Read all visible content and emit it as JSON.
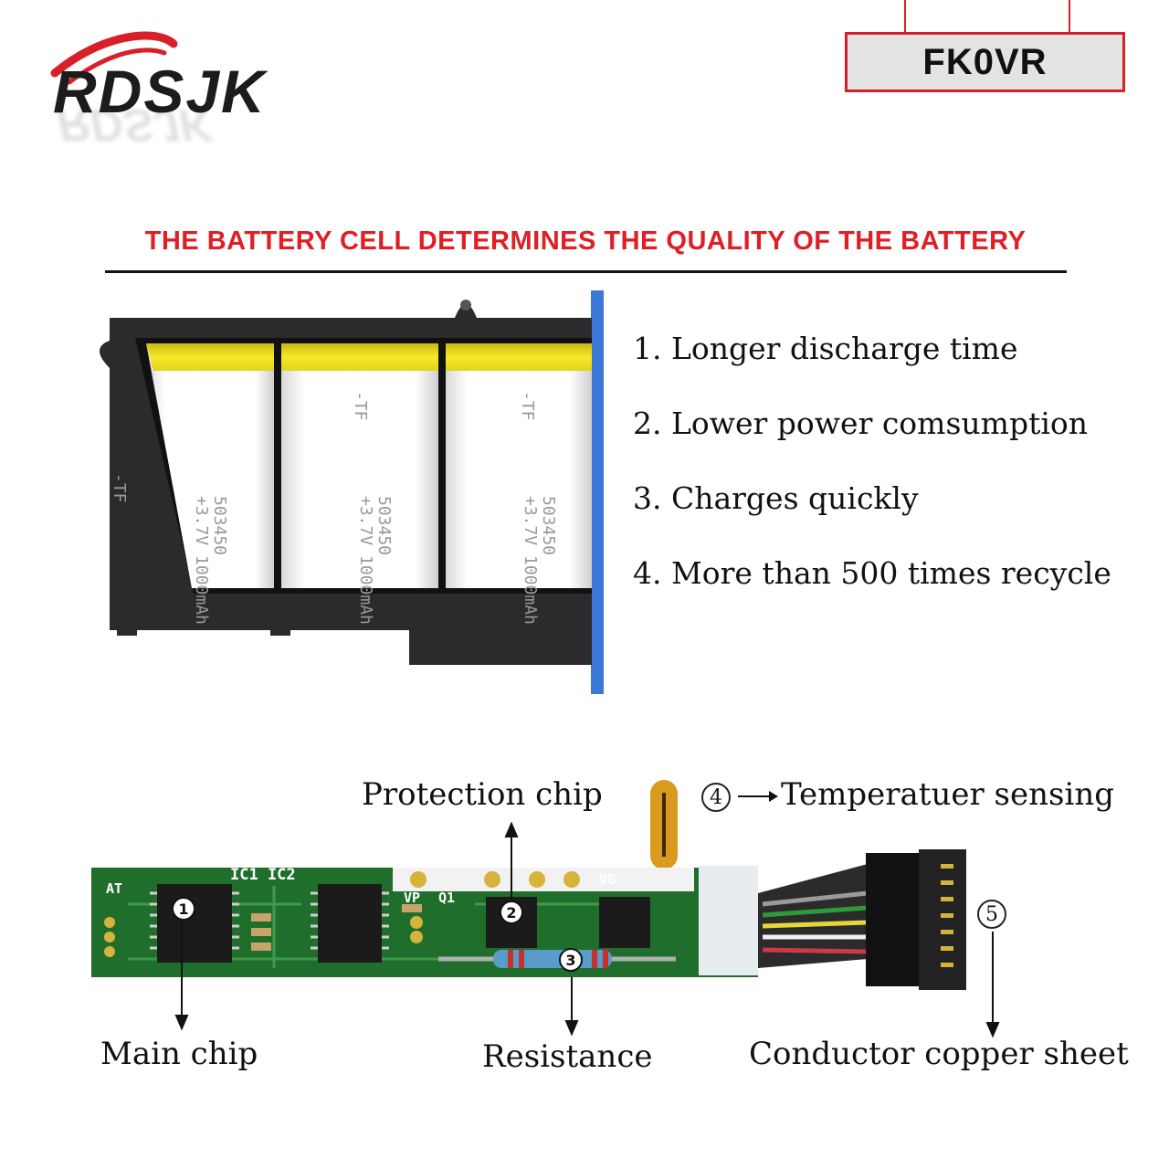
{
  "brand": {
    "logo_text": "RDSJK"
  },
  "model": {
    "code": "FK0VR"
  },
  "headline": "THE BATTERY CELL DETERMINES THE QUALITY OF THE BATTERY",
  "features": [
    "1. Longer discharge time",
    "2. Lower power comsumption",
    "3. Charges quickly",
    "4. More than 500 times recycle"
  ],
  "battery_cells": [
    {
      "spec": "503450",
      "rating": "+3.7V 1000mAh",
      "tf": "-TF"
    },
    {
      "spec": "503450",
      "rating": "+3.7V 1000mAh",
      "tf": "-TF"
    },
    {
      "spec": "503450",
      "rating": "+3.7V 1000mAh",
      "tf": "-TF"
    }
  ],
  "diagram": {
    "labels": {
      "protection_chip": "Protection chip",
      "temperature": "Temperatuer sensing",
      "main_chip": "Main chip",
      "resistance": "Resistance",
      "conductor": "Conductor copper sheet"
    },
    "markers": [
      "1",
      "2",
      "3",
      "4",
      "5"
    ],
    "board_text": {
      "ic": "IC1 IC2",
      "at": "AT",
      "vp": "VP",
      "q1": "Q1",
      "vg": "VG"
    }
  },
  "colors": {
    "accent_red": "#e01e25",
    "pcb_green": "#1f6e2b",
    "cell_yellow": "#f2e21f",
    "frame_dark": "#2b2b2d",
    "edge_blue": "#3b78d8"
  }
}
